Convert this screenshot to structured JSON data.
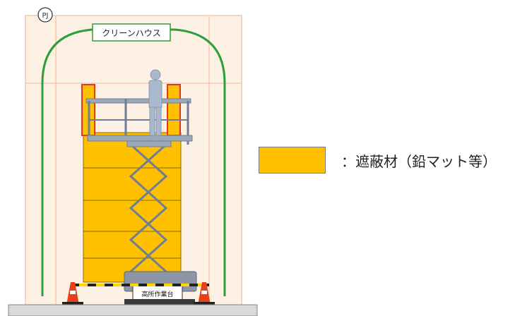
{
  "diagram": {
    "badge": "PJ",
    "cleanhouse_label": "クリーンハウス",
    "lift_label": "高所作業台",
    "colors": {
      "frame": "#f3c9a8",
      "frame_fill": "#fdf1e6",
      "cleanhouse": "#2e9e3a",
      "shield": "#ffc000",
      "shield_edge": "#e03a1e",
      "floor": "#d9d9d9",
      "lift": "#7f8fa3",
      "cone": "#e8401c"
    }
  },
  "legend": {
    "text": "：遮蔽材（鉛マット等）",
    "swatch_color": "#ffc000"
  }
}
